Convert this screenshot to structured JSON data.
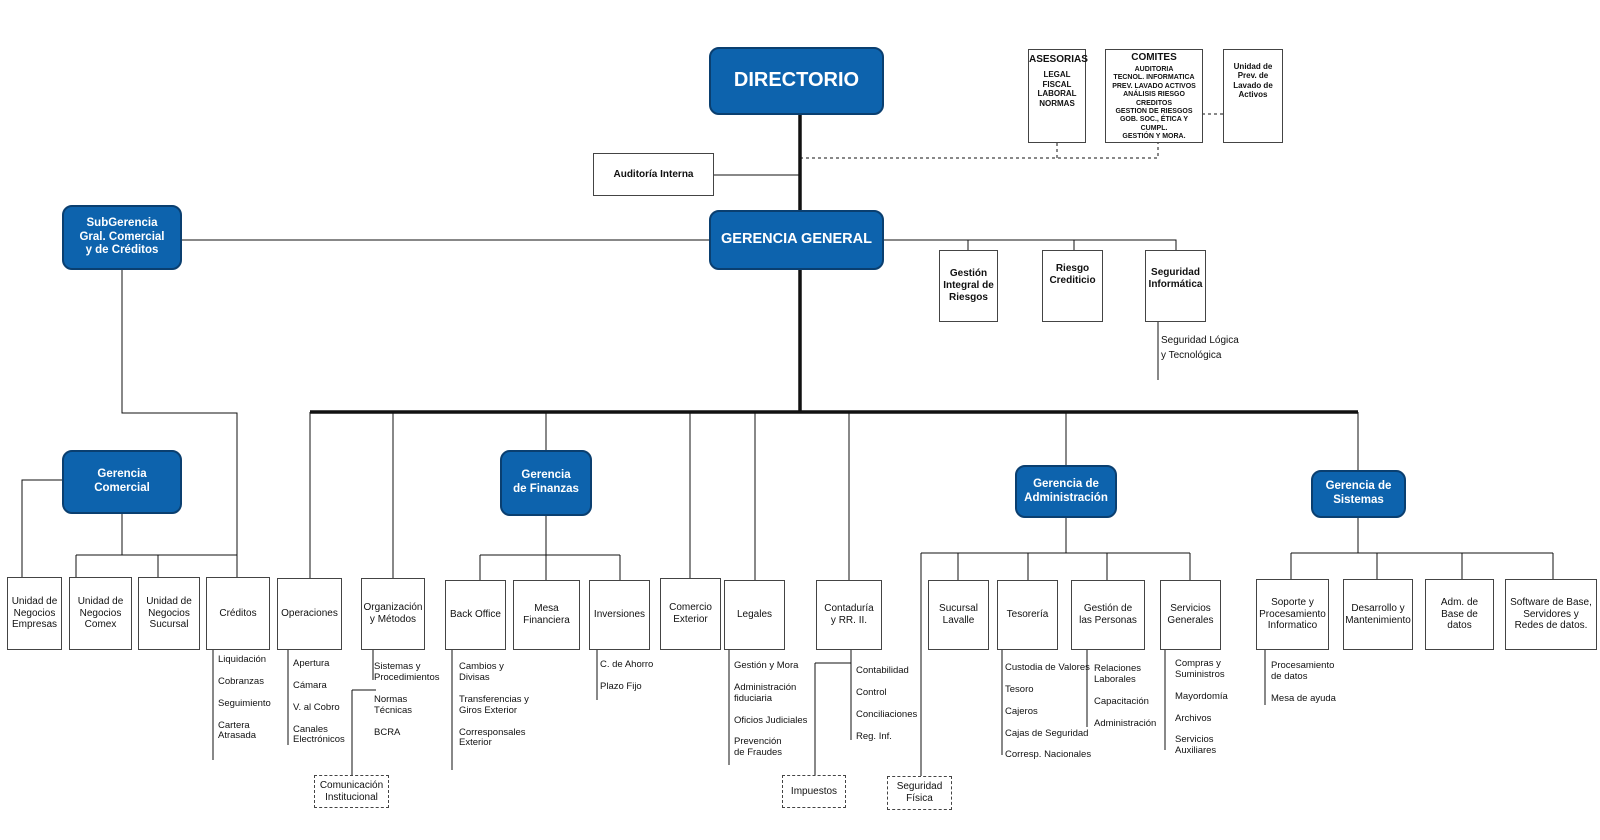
{
  "directorio": "DIRECTORIO",
  "auditoria_interna": "Auditoría Interna",
  "asesorias": {
    "title": "ASESORIAS",
    "items": "LEGAL\nFISCAL\nLABORAL\nNORMAS"
  },
  "comites": {
    "title": "COMITES",
    "items": "AUDITORIA\nTECNOL. INFORMATICA\nPREV. LAVADO ACTIVOS\nANÁLISIS RIESGO\nCREDITOS\nGESTION DE RIESGOS\nGOB. SOC., ÉTICA Y CUMPL.\nGESTIÓN Y MORA."
  },
  "unidad_prev": "Unidad de\nPrev. de\nLavado de\nActivos",
  "gerencia_general": "GERENCIA GENERAL",
  "subgerencia": "SubGerencia\nGral. Comercial\ny de Créditos",
  "gestion_integral": "Gestión\nIntegral de\nRiesgos",
  "riesgo_crediticio": "Riesgo\nCrediticio",
  "seguridad_informatica": "Seguridad\nInformática",
  "seguridad_logica": "Seguridad Lógica\ny Tecnológica",
  "gerencia_comercial": "Gerencia\nComercial",
  "un_empresas": "Unidad de\nNegocios\nEmpresas",
  "un_comex": "Unidad de\nNegocios\nComex",
  "un_sucursal": "Unidad de\nNegocios\nSucursal",
  "creditos": "Créditos",
  "creditos_items": "Liquidación\n\nCobranzas\n\nSeguimiento\n\nCartera\nAtrasada",
  "operaciones": "Operaciones",
  "operaciones_items": "Apertura\n\nCámara\n\nV. al Cobro\n\nCanales\nElectrónicos",
  "organizacion": "Organización\ny Métodos",
  "organizacion_items": "Sistemas y\nProcedimientos\n\nNormas\nTécnicas\n\nBCRA",
  "comunicacion": "Comunicación\nInstitucional",
  "gerencia_finanzas": "Gerencia\nde Finanzas",
  "back_office": "Back Office",
  "back_office_items": "Cambios y\nDivisas\n\nTransferencias y\nGiros Exterior\n\nCorresponsales\nExterior",
  "mesa_financiera": "Mesa\nFinanciera",
  "inversiones": "Inversiones",
  "inversiones_items": "C. de Ahorro\n\nPlazo Fijo",
  "comercio_exterior": "Comercio\nExterior",
  "legales": "Legales",
  "legales_items": "Gestión y Mora\n\nAdministración\nfiduciaria\n\nOficios Judiciales\n\nPrevención\nde Fraudes",
  "contaduria": "Contaduría\ny RR. II.",
  "contaduria_items": "Contabilidad\n\nControl\n\nConciliaciones\n\nReg. Inf.",
  "impuestos": "Impuestos",
  "gerencia_administracion": "Gerencia de\nAdministración",
  "seguridad_fisica": "Seguridad\nFísica",
  "sucursal_lavalle": "Sucursal\nLavalle",
  "tesoreria": "Tesorería",
  "tesoreria_items": "Custodia de Valores\n\nTesoro\n\nCajeros\n\nCajas de Seguridad\n\nCorresp. Nacionales",
  "gestion_personas": "Gestión de\nlas Personas",
  "gestion_personas_items": "Relaciones\nLaborales\n\nCapacitación\n\nAdministración",
  "servicios_generales": "Servicios\nGenerales",
  "servicios_generales_items": "Compras y\nSuministros\n\nMayordomía\n\nArchivos\n\nServicios\nAuxiliares",
  "gerencia_sistemas": "Gerencia de\nSistemas",
  "soporte": "Soporte y\nProcesamiento\nInformatico",
  "soporte_items": "Procesamiento\nde datos\n\nMesa de ayuda",
  "desarrollo": "Desarrollo y\nMantenimiento",
  "adm_base_datos": "Adm. de\nBase de\ndatos",
  "software_base": "Software de Base,\nServidores y\nRedes de datos.",
  "colors": {
    "primary": "#0d63ad",
    "border": "#0a3f70",
    "line": "#111111"
  }
}
